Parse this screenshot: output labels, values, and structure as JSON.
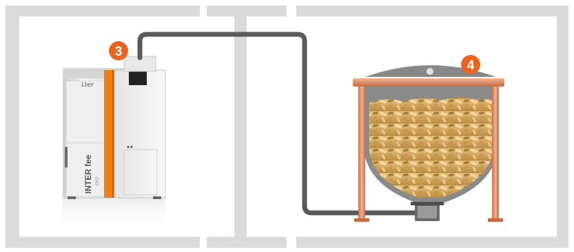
{
  "diagram": {
    "badges": [
      {
        "id": "boiler-feed-inlet",
        "label": "3"
      },
      {
        "id": "pellet-silo",
        "label": "4"
      }
    ],
    "boiler": {
      "brand_mark": "INTER fee",
      "small_logo": "Lter",
      "sub_label": "EKO"
    },
    "colors": {
      "wall": "#d9d9d9",
      "pipe": "#5a5a5a",
      "badge": "#e8641f",
      "boiler_accent": "#f07f1a",
      "silo_frame": "#d9875c",
      "silo_body": "#8c8c8c",
      "pellets": "#d6a85a"
    }
  }
}
